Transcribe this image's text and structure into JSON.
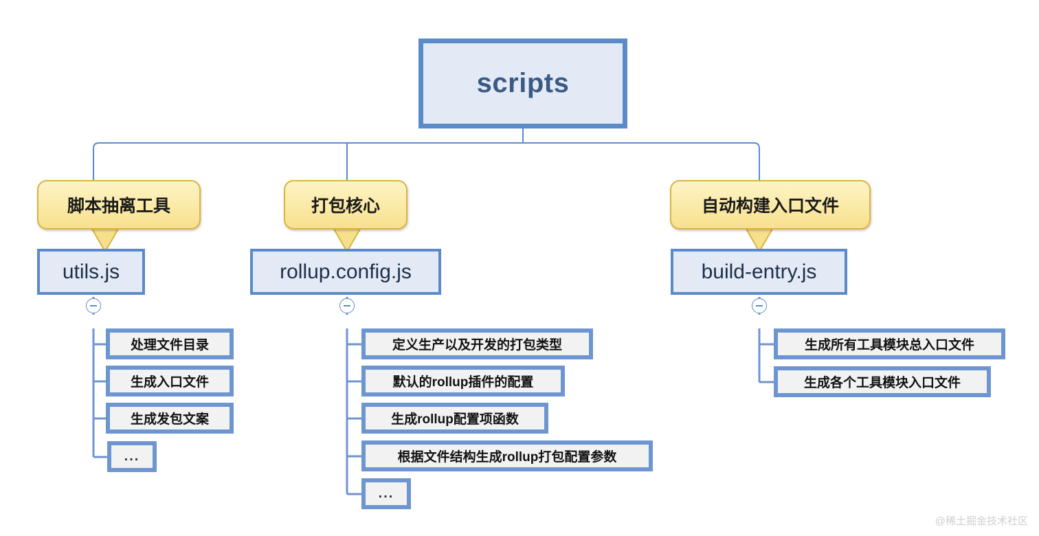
{
  "diagram": {
    "title": "scripts",
    "watermark": "@稀土掘金技术社区",
    "colors": {
      "node_border": "#5b8ac9",
      "node_fill": "#e3eaf5",
      "callout_fill": "#fbeaa6",
      "callout_border": "#d9b441",
      "leaf_border": "#6d95cf",
      "leaf_fill": "#f2f2f2",
      "title_text": "#3a5a86",
      "wire": "#5b8ac9",
      "watermark": "#cfcfcf"
    },
    "root": {
      "label": "scripts"
    },
    "branches": [
      {
        "id": "utils",
        "callout": "脚本抽离工具",
        "file": "utils.js",
        "toggle": "minus",
        "children": [
          {
            "label": "处理文件目录"
          },
          {
            "label": "生成入口文件"
          },
          {
            "label": "生成发包文案"
          },
          {
            "label": "..."
          }
        ]
      },
      {
        "id": "rollup-config",
        "callout": "打包核心",
        "file": "rollup.config.js",
        "toggle": "minus",
        "children": [
          {
            "label": "定义生产以及开发的打包类型"
          },
          {
            "label": "默认的rollup插件的配置"
          },
          {
            "label": "生成rollup配置项函数"
          },
          {
            "label": "根据文件结构生成rollup打包配置参数"
          },
          {
            "label": "..."
          }
        ]
      },
      {
        "id": "build-entry",
        "callout": "自动构建入口文件",
        "file": "build-entry.js",
        "toggle": "minus",
        "children": [
          {
            "label": "生成所有工具模块总入口文件"
          },
          {
            "label": "生成各个工具模块入口文件"
          }
        ]
      }
    ]
  }
}
